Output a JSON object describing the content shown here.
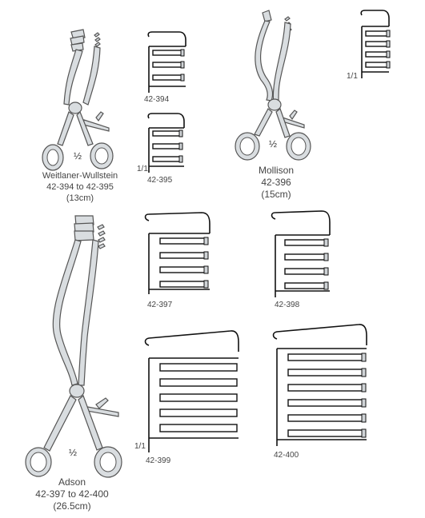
{
  "fractions": {
    "half": "½",
    "one_to_one": "1/1"
  },
  "products": {
    "weitlaner": {
      "name": "Weitlaner-Wullstein",
      "range": "42-394 to 42-395",
      "size": "(13cm)"
    },
    "mollison": {
      "name": "Mollison",
      "range": "42-396",
      "size": "(15cm)"
    },
    "adson": {
      "name": "Adson",
      "range": "42-397 to 42-400",
      "size": "(26.5cm)"
    }
  },
  "blades": {
    "b394": "42-394",
    "b395": "42-395",
    "b397": "42-397",
    "b398": "42-398",
    "b399": "42-399",
    "b400": "42-400"
  }
}
